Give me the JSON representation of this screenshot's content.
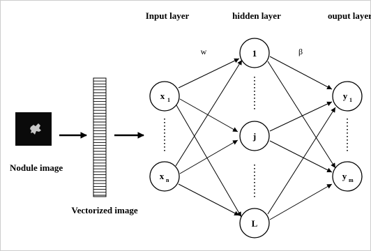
{
  "headers": {
    "input": "Input layer",
    "hidden": "hidden layer",
    "output": "ouput layer"
  },
  "weights": {
    "input_hidden": "w",
    "hidden_output": "β"
  },
  "captions": {
    "nodule": "Nodule image",
    "vectorized": "Vectorized image"
  },
  "nodes": {
    "input": [
      {
        "main": "x",
        "sub": "1"
      },
      {
        "main": "x",
        "sub": "n"
      }
    ],
    "hidden": [
      {
        "main": "1",
        "sub": ""
      },
      {
        "main": "j",
        "sub": ""
      },
      {
        "main": "L",
        "sub": ""
      }
    ],
    "output": [
      {
        "main": "y",
        "sub": "1"
      },
      {
        "main": "y",
        "sub": "m"
      }
    ]
  },
  "colors": {
    "line": "#000000",
    "nodule_background": "#0a0a0a",
    "nodule_blob": "#c8c8c8",
    "frame": "#cccccc"
  }
}
